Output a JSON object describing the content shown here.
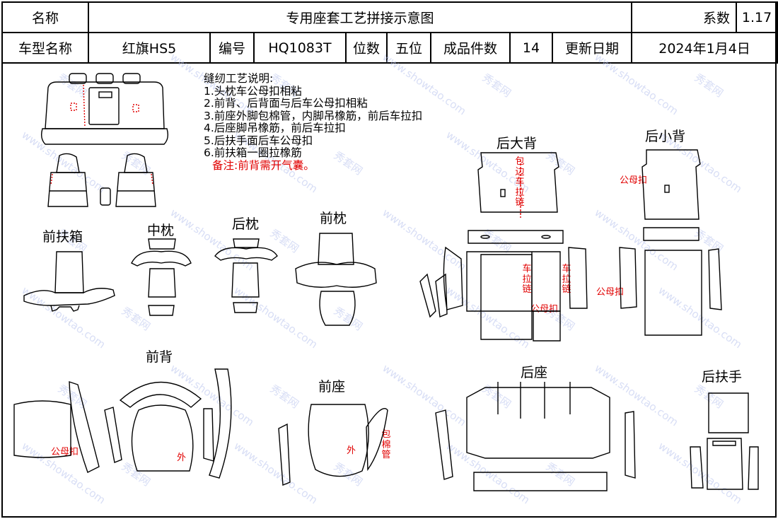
{
  "header": {
    "name_label": "名称",
    "title": "专用座套工艺拼接示意图",
    "coef_label": "系数",
    "coef_value": "1.17",
    "model_label": "车型名称",
    "model_value": "红旗HS5",
    "code_label": "编号",
    "code_value": "HQ1083T",
    "seats_label": "位数",
    "seats_value": "五位",
    "pieces_label": "成品件数",
    "pieces_value": "14",
    "date_label": "更新日期",
    "date_value": "2024年1月4日"
  },
  "notes": {
    "heading": "缝纫工艺说明:",
    "lines": [
      "1.头枕车公母扣相粘",
      "2.前背、后背面与后车公母扣相粘",
      "3.前座外脚包棉管，内脚吊橡筋，前后车拉扣",
      "4.后座脚吊橡筋，前后车拉扣",
      "5.后扶手面后车公母扣",
      "6.前扶箱一圈拉橡筋"
    ],
    "remark": "备注:前背需开气囊。"
  },
  "parts": {
    "front_armbox": "前扶箱",
    "middle_headrest": "中枕",
    "rear_headrest": "后枕",
    "front_headrest": "前枕",
    "rear_big_back": "后大背",
    "rear_small_back": "后小背",
    "front_back": "前背",
    "front_seat": "前座",
    "rear_seat": "后座",
    "rear_armrest": "后扶手"
  },
  "annotations": {
    "snap": "公母扣",
    "outer": "外",
    "edge_zip": "包边车拉链",
    "zip": "车拉链",
    "foam_tube": "包棉管"
  },
  "watermark": {
    "brand_cn": "秀套网",
    "brand_url": "www.showtao.com"
  }
}
